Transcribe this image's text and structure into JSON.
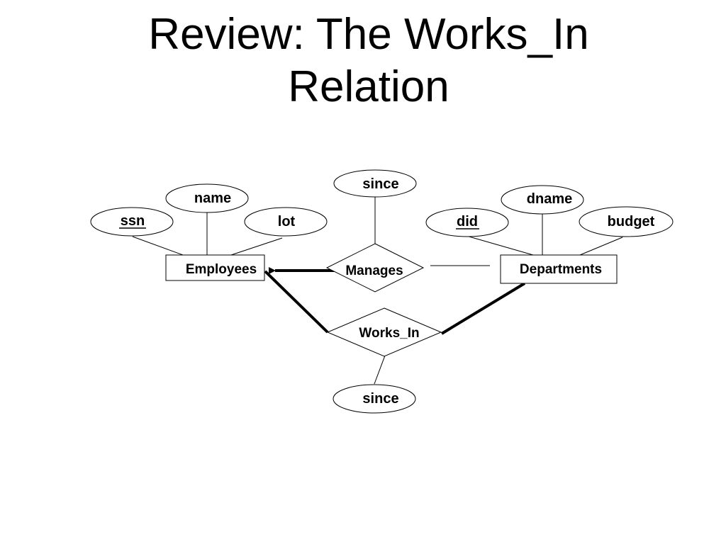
{
  "title": {
    "line1": "Review: The Works_In",
    "line2": "Relation"
  },
  "diagram": {
    "entities": {
      "employees": "Employees",
      "departments": "Departments"
    },
    "relationships": {
      "manages": "Manages",
      "works_in": "Works_In"
    },
    "attributes": {
      "ssn": "ssn",
      "name": "name",
      "lot": "lot",
      "manages_since": "since",
      "did": "did",
      "dname": "dname",
      "budget": "budget",
      "works_in_since": "since"
    }
  }
}
